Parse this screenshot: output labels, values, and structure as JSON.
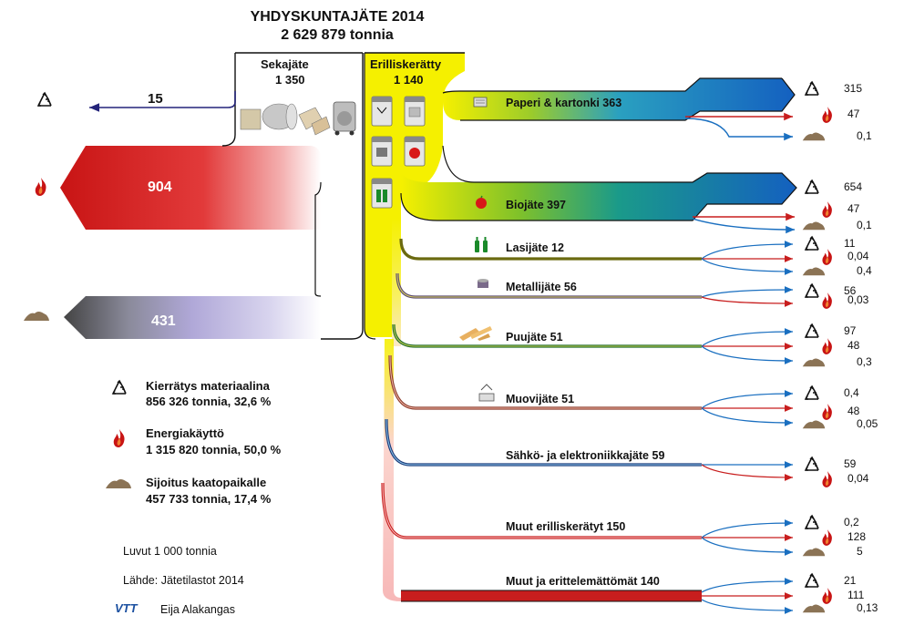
{
  "header": {
    "title": "YHDYSKUNTAJÄTE 2014",
    "subtitle": "2 629 879 tonnia"
  },
  "columns": {
    "mixed_label": "Sekajäte",
    "mixed_value": "1 350",
    "separate_label": "Erilliskerätty",
    "separate_value": "1 140"
  },
  "mixed_outputs": {
    "recycling": "15",
    "energy": "904",
    "landfill": "431"
  },
  "streams": [
    {
      "label": "Paperi & kartonki 363",
      "values": [
        "315",
        "47",
        "0,1"
      ]
    },
    {
      "label": "Biojäte 397",
      "values": [
        "654",
        "47",
        "0,1"
      ]
    },
    {
      "label": "Lasijäte 12",
      "values": [
        "11",
        "0,04",
        "0,4"
      ]
    },
    {
      "label": "Metallijäte 56",
      "values": [
        "56",
        "0,03"
      ]
    },
    {
      "label": "Puujäte 51",
      "values": [
        "97",
        "48",
        "0,3"
      ]
    },
    {
      "label": "Muovijäte 51",
      "values": [
        "0,4",
        "48",
        "0,05"
      ]
    },
    {
      "label": "Sähkö- ja elektroniikkajäte 59",
      "values": [
        "59",
        "0,04"
      ]
    },
    {
      "label": "Muut erilliskerätyt 150",
      "values": [
        "0,2",
        "128",
        "5"
      ]
    },
    {
      "label": "Muut ja erittelemättömät 140",
      "values": [
        "21",
        "111",
        "0,13"
      ]
    }
  ],
  "legend": [
    {
      "icon": "recycle-icon",
      "title": "Kierrätys materiaalina",
      "value": "856 326 tonnia, 32,6 %"
    },
    {
      "icon": "flame-icon",
      "title": "Energiakäyttö",
      "value": "1 315 820 tonnia, 50,0 %"
    },
    {
      "icon": "landfill-pile-icon",
      "title": "Sijoitus kaatopaikalle",
      "value": "457 733 tonnia, 17,4 %"
    }
  ],
  "notes": {
    "unit": "Luvut 1 000 tonnia",
    "source": "Lähde: Jätetilastot 2014",
    "logo": "VTT",
    "author": "Eija Alakangas"
  },
  "colors": {
    "recycling_flow": "#1a6fc0",
    "energy_flow": "#c81e1e",
    "landfill_flow": "#555555",
    "separate_flow": "#f5f000",
    "mixed_flow": "#d6d0c8",
    "landfill_pile": "#8b7355"
  }
}
